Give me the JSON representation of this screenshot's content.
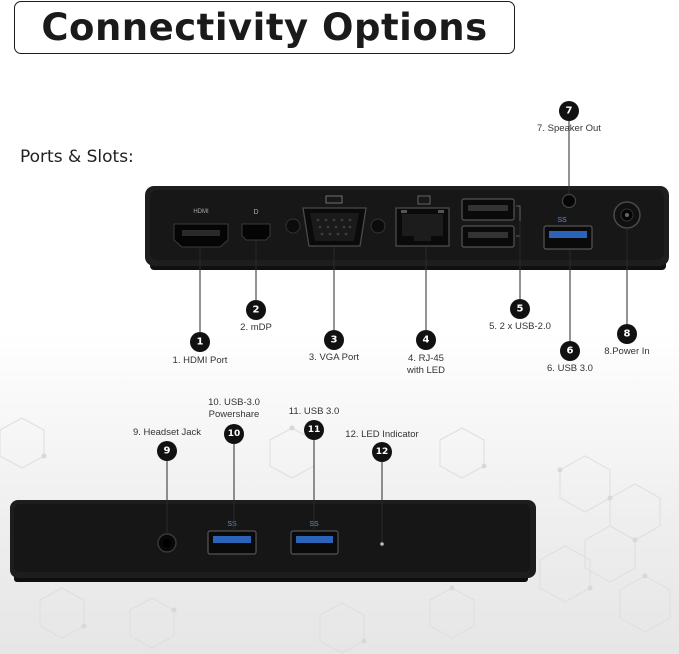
{
  "title": "Connectivity Options",
  "subtitle": "Ports & Slots:",
  "callouts": [
    {
      "num": "1",
      "label": "1. HDMI Port"
    },
    {
      "num": "2",
      "label": "2. mDP"
    },
    {
      "num": "3",
      "label": "3. VGA Port"
    },
    {
      "num": "4",
      "label_line1": "4. RJ-45",
      "label_line2": "with LED"
    },
    {
      "num": "5",
      "label": "5. 2 x USB-2.0"
    },
    {
      "num": "6",
      "label": "6. USB 3.0"
    },
    {
      "num": "7",
      "label": "7. Speaker Out"
    },
    {
      "num": "8",
      "label": "8.Power In"
    },
    {
      "num": "9",
      "label": "9. Headset Jack"
    },
    {
      "num": "10",
      "label_line1": "10. USB-3.0",
      "label_line2": "Powershare"
    },
    {
      "num": "11",
      "label": "11. USB 3.0"
    },
    {
      "num": "12",
      "label": "12. LED Indicator"
    }
  ],
  "port_markings": {
    "hdmi": "HDMI",
    "mdp": "D",
    "usb3_back": "SS",
    "usb3_front_a": "SS",
    "usb3_front_b": "SS"
  },
  "colors": {
    "badge": "#111111",
    "dock_body": "#1e1e1e",
    "dock_face": "#161616",
    "leader_line": "#2a2a2a",
    "usb3_blue": "#2a63b8",
    "hex_pattern": "#dcdcdc"
  }
}
